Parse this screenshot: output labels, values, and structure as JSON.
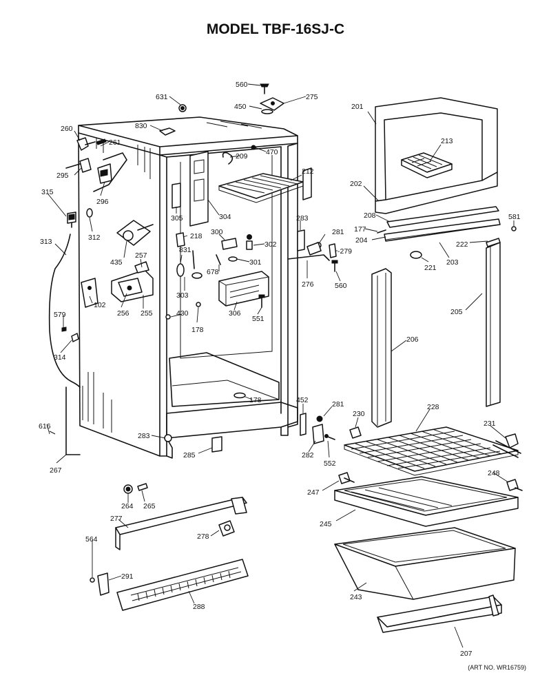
{
  "title": "MODEL TBF-16SJ-C",
  "art_number": "(ART NO. WR16759)",
  "part_labels": {
    "p560a": "560",
    "p275": "275",
    "p631": "631",
    "p450": "450",
    "p830": "830",
    "p201": "201",
    "p260": "260",
    "p261": "261",
    "p209": "209",
    "p470": "470",
    "p213": "213",
    "p212": "212",
    "p295": "295",
    "p296": "296",
    "p315": "315",
    "p202": "202",
    "p305": "305",
    "p304": "304",
    "p208": "208",
    "p581": "581",
    "p312": "312",
    "p283a": "283",
    "p281a": "281",
    "p177": "177",
    "p204": "204",
    "p313": "313",
    "p300": "300",
    "p218": "218",
    "p302": "302",
    "p222": "222",
    "p279": "-279",
    "p203": "203",
    "p221": "221",
    "p435": "435",
    "p257": "257",
    "p831": "831",
    "p301": "301",
    "p678": "678",
    "p276": "276",
    "p560b": "560",
    "p102": "102",
    "p303": "303",
    "p306": "306",
    "p205": "205",
    "p256": "256",
    "p255": "255",
    "p430": "430",
    "p551": "551",
    "p579": "579",
    "p178a": "178",
    "p206": "206",
    "p314": "314",
    "p178b": "178",
    "p452": "452",
    "p281b": "281",
    "p228": "228",
    "p230": "230",
    "p231": "231",
    "p616": "616",
    "p283b": "283",
    "p285": "285",
    "p282": "282",
    "p552": "552",
    "p267": "267",
    "p248": "248",
    "p264": "264",
    "p265": "265",
    "p247": "247",
    "p277": "277",
    "p245": "245",
    "p278": "278",
    "p564": "564",
    "p291": "291",
    "p243": "243",
    "p288": "288",
    "p207": "207"
  }
}
